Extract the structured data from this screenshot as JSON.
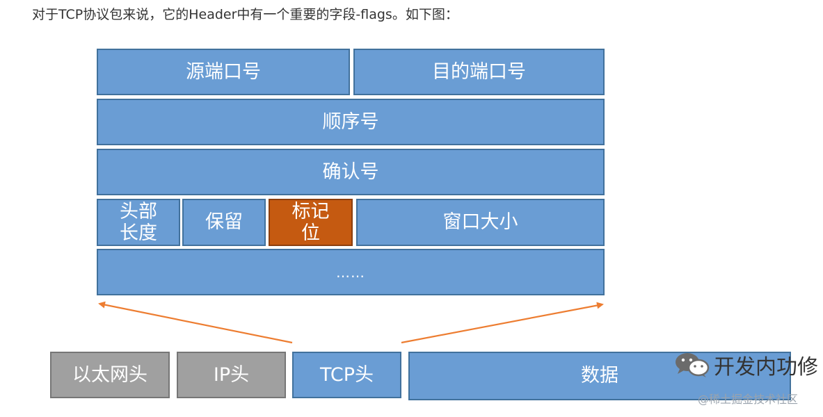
{
  "intro_text": "对于TCP协议包来说，它的Header中有一个重要的字段-flags。如下图：",
  "tcp_header": {
    "src_port": "源端口号",
    "dst_port": "目的端口号",
    "seq": "顺序号",
    "ack": "确认号",
    "hdr_len_line1": "头部",
    "hdr_len_line2": "长度",
    "reserved": "保留",
    "flags_line1": "标记",
    "flags_line2": "位",
    "window": "窗口大小",
    "more": "……"
  },
  "packet": {
    "eth": "以太网头",
    "ip": "IP头",
    "tcp": "TCP头",
    "data": "数据"
  },
  "watermark": {
    "channel": "开发内功修",
    "site": "@稀土掘金技术社区",
    "icon": "wechat-icon"
  },
  "colors": {
    "cell_fill": "#6a9dd4",
    "flag_fill": "#c55a11",
    "gray_fill": "#a0a0a0",
    "arrow": "#ed7d31"
  }
}
